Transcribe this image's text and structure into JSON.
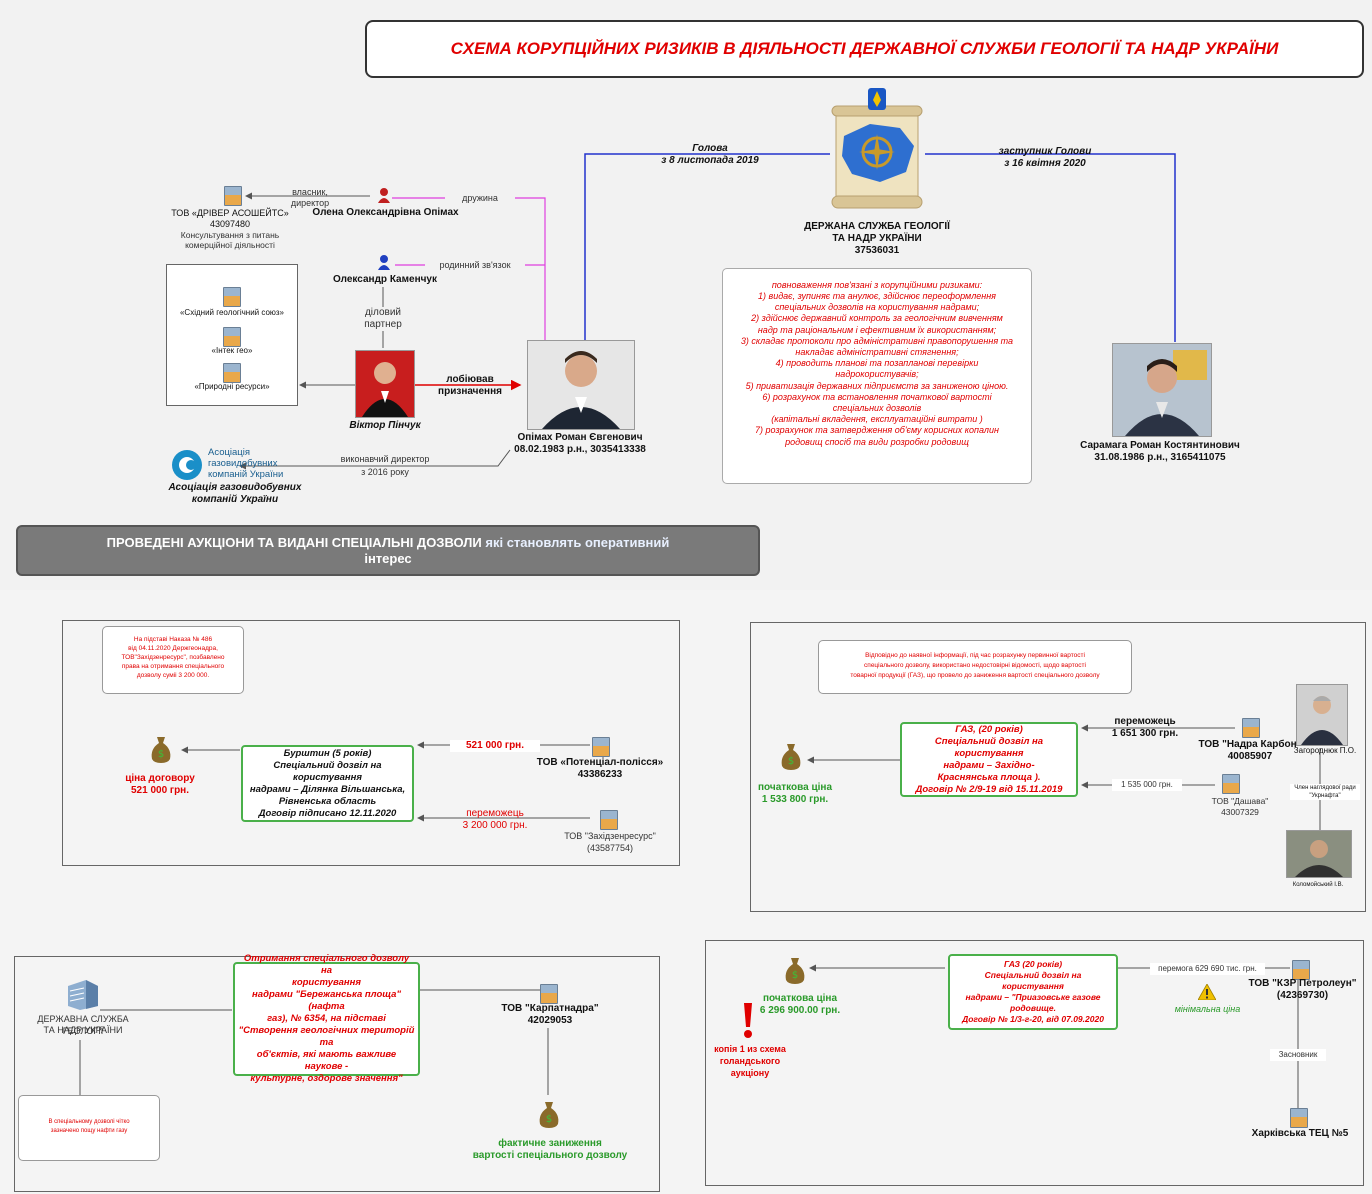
{
  "title": "СХЕМА КОРУПЦІЙНИХ РИЗИКІВ В ДІЯЛЬНОСТІ ДЕРЖАВНОЇ СЛУЖБИ ГЕОЛОГІЇ ТА НАДР УКРАЇНИ",
  "agency": {
    "name1": "ДЕРЖАНА СЛУЖБА ГЕОЛОГІЇ",
    "name2": "ТА НАДР УКРАЇНИ",
    "code": "37536031"
  },
  "edges": {
    "head1": "Голова",
    "head2": "з 8 листопада 2019",
    "deputy1": "заступник Голови",
    "deputy2": "з 16 квітня 2020",
    "owner1": "власник,",
    "owner2": "директор",
    "wife": "дружина",
    "relative": "родинний зв'язок",
    "partner1": "діловий",
    "partner2": "партнер",
    "lobby1": "лобіював",
    "lobby2": "призначення",
    "exec1": "виконавчий директор",
    "exec2": "з 2016 року"
  },
  "people": {
    "opimakh_wife": "Олена Олександрівна Опімах",
    "kamenchuk": "Олександр Каменчук",
    "pinchuk": "Віктор Пінчук",
    "opimakh_name": "Опімах Роман Євгенович",
    "opimakh_info": "08.02.1983 р.н., 3035413338",
    "saramaga_name": "Сарамага Роман Костянтинович",
    "saramaga_info": "31.08.1986 р.н., 3165411075"
  },
  "companies": {
    "driver_name": "ТОВ «ДРІВЕР АСОШЕЙТС»",
    "driver_code": "43097480",
    "driver_desc1": "Консультування з питань",
    "driver_desc2": "комерційної діяльності",
    "c1": "«Східний геологічний союз»",
    "c2": "«Інтек гео»",
    "c3": "«Природні ресурси»",
    "assoc_logo1": "Асоціація",
    "assoc_logo2": "газовидобувних",
    "assoc_logo3": "компаній України",
    "assoc_name1": "Асоціація газовидобувних",
    "assoc_name2": "компаній України"
  },
  "risks": {
    "heading": "повноваження пов'язані з корупційними ризиками:",
    "lines": [
      "1) видає, зупиняє та анулює, здійснює переоформлення",
      "спеціальних дозволів на користування надрами;",
      "2) здійснює державний контроль за геологічним вивченням",
      "надр та раціональним і ефективним їх використанням;",
      "3) складає протоколи про адміністративні правопорушення та",
      "накладає адміністративні стягнення;",
      "4) проводить планові та позапланові перевірки",
      "надрокористувачів;",
      "5) приватизація державних підприємств за заниженою ціною.",
      "6) розрахунок та встановлення початкової вартості",
      "спеціальних дозволів",
      "(капітальні вкладення, експлуатаційні витрати )",
      "7) розрахунок та затвердження об'єму корисних копалин",
      "родовищ спосіб та види розробки родовищ"
    ]
  },
  "banner": {
    "part1": "ПРОВЕДЕНІ АУКЦІОНИ ТА ВИДАНІ СПЕЦІАЛЬНІ ДОЗВОЛИ",
    "part2": "які становлять оперативний",
    "part3": "інтерес"
  },
  "case1": {
    "note": [
      "На підставі Наказа № 486",
      "від 04.11.2020 Держгеонадра,",
      "ТОВ\"Західзенресурс\", позбавлено",
      "права на отримання спеціального",
      "дозволу суміі 3 200 000."
    ],
    "price_label": "ціна договору",
    "price_value": "521 000 грн.",
    "permit": [
      "Бурштин (5 років)",
      "Спеціальний дозвіл на користування",
      "надрами – Ділянка Вільшанська,",
      "Рівненська область",
      "Договір підписано 12.11.2020"
    ],
    "amount1": "521 000 грн.",
    "company1_name": "ТОВ «Потенціал-полісся»",
    "company1_code": "43386233",
    "winner_label": "переможець",
    "amount2": "3 200 000 грн.",
    "company2_name": "ТОВ \"Західзенресурс\"",
    "company2_code": "(43587754)"
  },
  "case2": {
    "note": [
      "Відповідно до наявної інформації, під час розрахунку первинної вартості",
      "спеціального дозволу, використано недостовірні відомості, щодо вартості",
      "товарної продукції (ГАЗ), що провело до заниження вартості спеціального дозволу"
    ],
    "permit": [
      "ГАЗ, (20 років)",
      "Спеціальний дозвіл на користування",
      "надрами – Західно-",
      "Краснянська площа ).",
      "Договір № 2/9-19 від 15.11.2019"
    ],
    "winner_label": "переможець",
    "winner_amount": "1 651 300 грн.",
    "company1_name": "ТОВ \"Надра Карбон\"",
    "company1_code": "40085907",
    "person1": "Загороднюк П.О.",
    "amount2": "1 535 000 грн.",
    "company2_name": "ТОВ \"Дашава\"",
    "company2_code": "43007329",
    "price_label": "початкова ціна",
    "price_value": "1 533 800 грн.",
    "board1": "Член наглядової ради",
    "board2": "\"Укрнафта\"",
    "person2": "Коломойський І.В."
  },
  "case3": {
    "agency1": "ДЕРЖАВНА СЛУЖБА ГЕОЛОГІЇ",
    "agency2": "ТА НАДР УКРАЇНИ",
    "permit": [
      "Отримання спеціального дозволу на",
      "користування",
      "надрами \"Бережанська площа\" (нафта",
      "газ), № 6354, на підставі",
      "\"Створення геологічних територій та",
      "об'єктів, які мають важливе наукове -",
      "культурне, оздорове значення\""
    ],
    "company_name": "ТОВ \"Карпатнадра\"",
    "company_code": "42029053",
    "note1": "В спеціальному дозволі чітко",
    "note2": "зазначено пощу нафти газу",
    "result1": "фактичне заниження",
    "result2": "вартості спеціального дозволу"
  },
  "case4": {
    "price_label": "початкова ціна",
    "price_value": "6 296 900.00 грн.",
    "permit": [
      "ГАЗ (20 років)",
      "Спеціальний дозвіл на користування",
      "надрами – \"Приазовське газове",
      "родовище.",
      "Договір № 1/3-г-20, від 07.09.2020"
    ],
    "win_label": "перемога 629 690 тис. грн.",
    "company_name": "ТОВ \"КЗР Петролеун\"",
    "company_code": "(42369730)",
    "min_price": "мінімальна ціна",
    "copy1": "копія 1 из схема",
    "copy2": "голандського",
    "copy3": "аукціону",
    "founder": "Засновник",
    "tec": "Харківська ТЕЦ №5"
  }
}
